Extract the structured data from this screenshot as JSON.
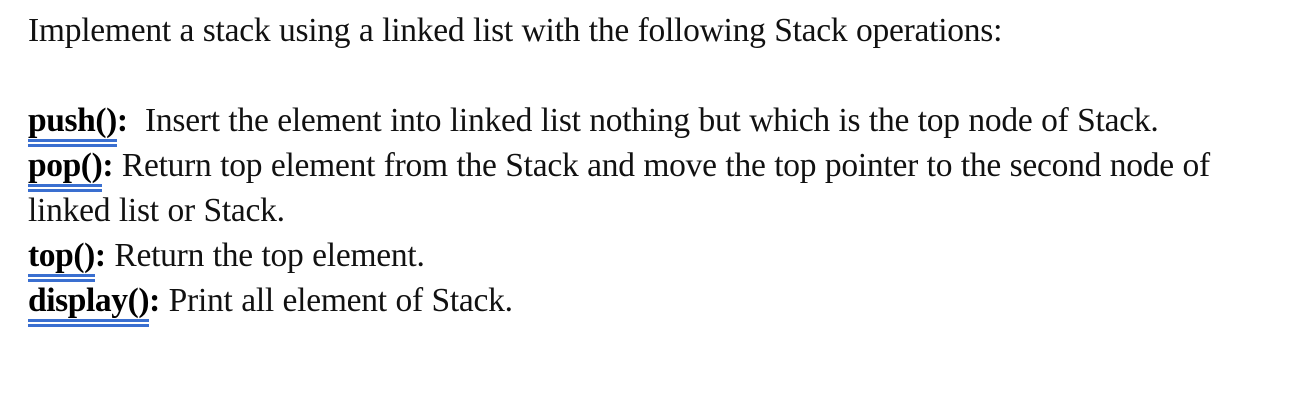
{
  "document": {
    "type": "text-document",
    "background_color": "#ffffff",
    "text_color": "#111111",
    "accent_underline_color": "#3a6fd0",
    "intro": "Implement a stack using a linked list with the following Stack operations:",
    "operations": [
      {
        "term": "push()",
        "separator": ":",
        "gap": "  ",
        "description": "Insert the element into linked list nothing but which is the top node of Stack."
      },
      {
        "term": "pop()",
        "separator": ":",
        "gap": " ",
        "description": "Return top element from the Stack and move the top pointer to the second node of linked list or Stack."
      },
      {
        "term": "top()",
        "separator": ":",
        "gap": " ",
        "description": "Return the top element."
      },
      {
        "term": "display()",
        "separator": ":",
        "gap": " ",
        "description": "Print all element of Stack."
      }
    ]
  }
}
